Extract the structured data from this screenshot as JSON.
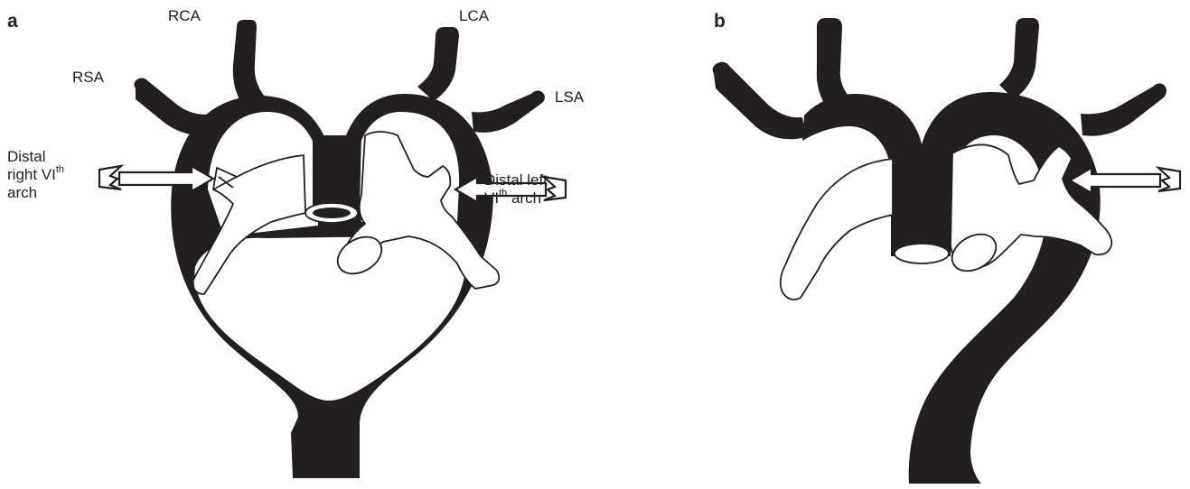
{
  "panel_a": {
    "letter": "a",
    "labels": {
      "rca": "RCA",
      "lca": "LCA",
      "rsa": "RSA",
      "lsa": "LSA",
      "right_arch_line1": "Distal",
      "right_arch_line2_pre": "right VI",
      "right_arch_line2_sup": "th",
      "right_arch_line3": "arch",
      "left_arch_line1": "Distal left",
      "left_arch_line2_pre": "VI",
      "left_arch_line2_sup": "th",
      "left_arch_line2_post": " arch"
    }
  },
  "panel_b": {
    "letter": "b"
  },
  "colors": {
    "vessel": "#231f20",
    "background": "#ffffff",
    "outline": "#231f20"
  }
}
